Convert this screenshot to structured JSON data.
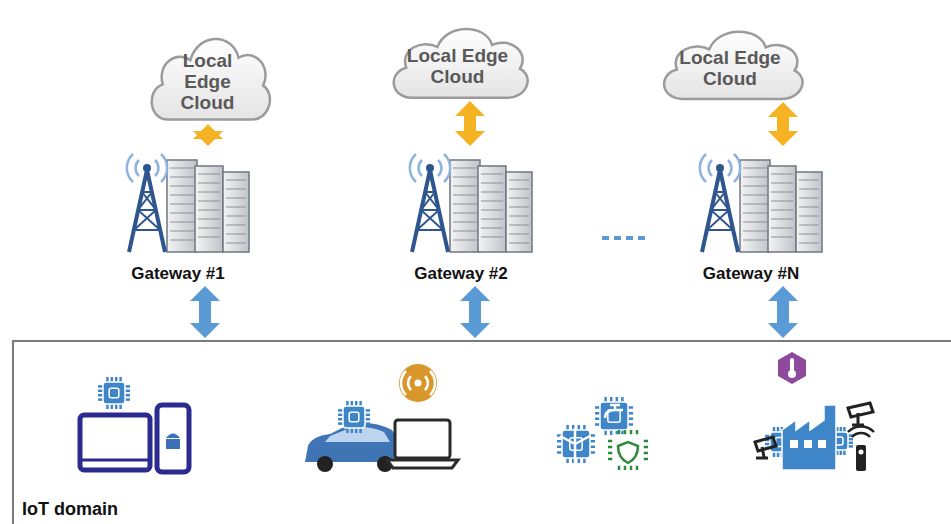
{
  "diagram": {
    "nodes": [
      {
        "text": [
          "Local Edge Cloud"
        ]
      },
      {
        "text": [
          "Local Edge Cloud"
        ]
      },
      {
        "text": [
          "Local Edge Cloud"
        ]
      },
      {
        "text": [
          "Gateway #1"
        ]
      },
      {
        "text": [
          "Gateway #2"
        ]
      },
      {
        "text": [
          "Gateway #N"
        ]
      },
      {
        "text": [
          "IoT domain"
        ]
      }
    ],
    "edges": [
      {
        "from": 0,
        "to": 3,
        "arrow": "both"
      },
      {
        "from": 1,
        "to": 4,
        "arrow": "both"
      },
      {
        "from": 2,
        "to": 5,
        "arrow": "both"
      },
      {
        "from": 3,
        "to": 6,
        "arrow": "both"
      },
      {
        "from": 4,
        "to": 6,
        "arrow": "both"
      },
      {
        "from": 5,
        "to": 6,
        "arrow": "both"
      }
    ]
  }
}
